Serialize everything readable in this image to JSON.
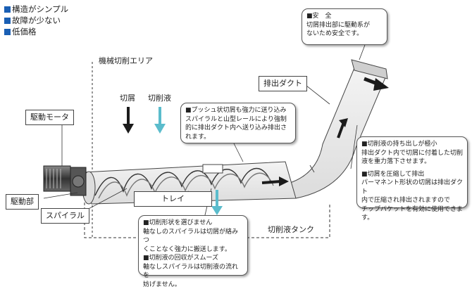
{
  "features": [
    "構造がシンプル",
    "故障が少ない",
    "低価格"
  ],
  "colors": {
    "accent": "#1a5fb4",
    "coolant_arrow": "#5bbccc",
    "chip_arrow": "#1b1b1b"
  },
  "labels": {
    "machining_area": "機械切削エリア",
    "chips": "切屑",
    "coolant": "切削液",
    "motor": "駆動モータ",
    "drive": "駆動部",
    "spiral": "スパイラル",
    "tray": "トレイ",
    "duct": "排出ダクト",
    "tank": "切削液タンク"
  },
  "notes": {
    "safety": {
      "title": "■安　全",
      "lines": [
        "切屑排出部に駆動系が",
        "ないため安全です。"
      ]
    },
    "push": {
      "lines": [
        "■プッシュ状切屑も強力に送り込み",
        "スパイラルと山型レールにより強制",
        "的に排出ダクト内へ送り込み排出さ",
        "れます。"
      ]
    },
    "carry": {
      "lines": [
        "■切削液の持ち出しが極小",
        "排出ダクト内で切屑に付着した切削",
        "液を重力落下させます。",
        "",
        "■切屑を圧縮して排出",
        "パーマネント形状の切屑は排出ダクト",
        "内で圧縮され排出されますので",
        "チップバケットを有効に使用できます。"
      ]
    },
    "shape": {
      "lines": [
        "■切削形状を選びません",
        "軸なしのスパイラルは切屑が絡みつ",
        "くことなく強力に搬送します。",
        "■切削液の回収がスムーズ",
        "軸なしスパイラルは切削液の流れを",
        "妨げません。"
      ]
    }
  }
}
